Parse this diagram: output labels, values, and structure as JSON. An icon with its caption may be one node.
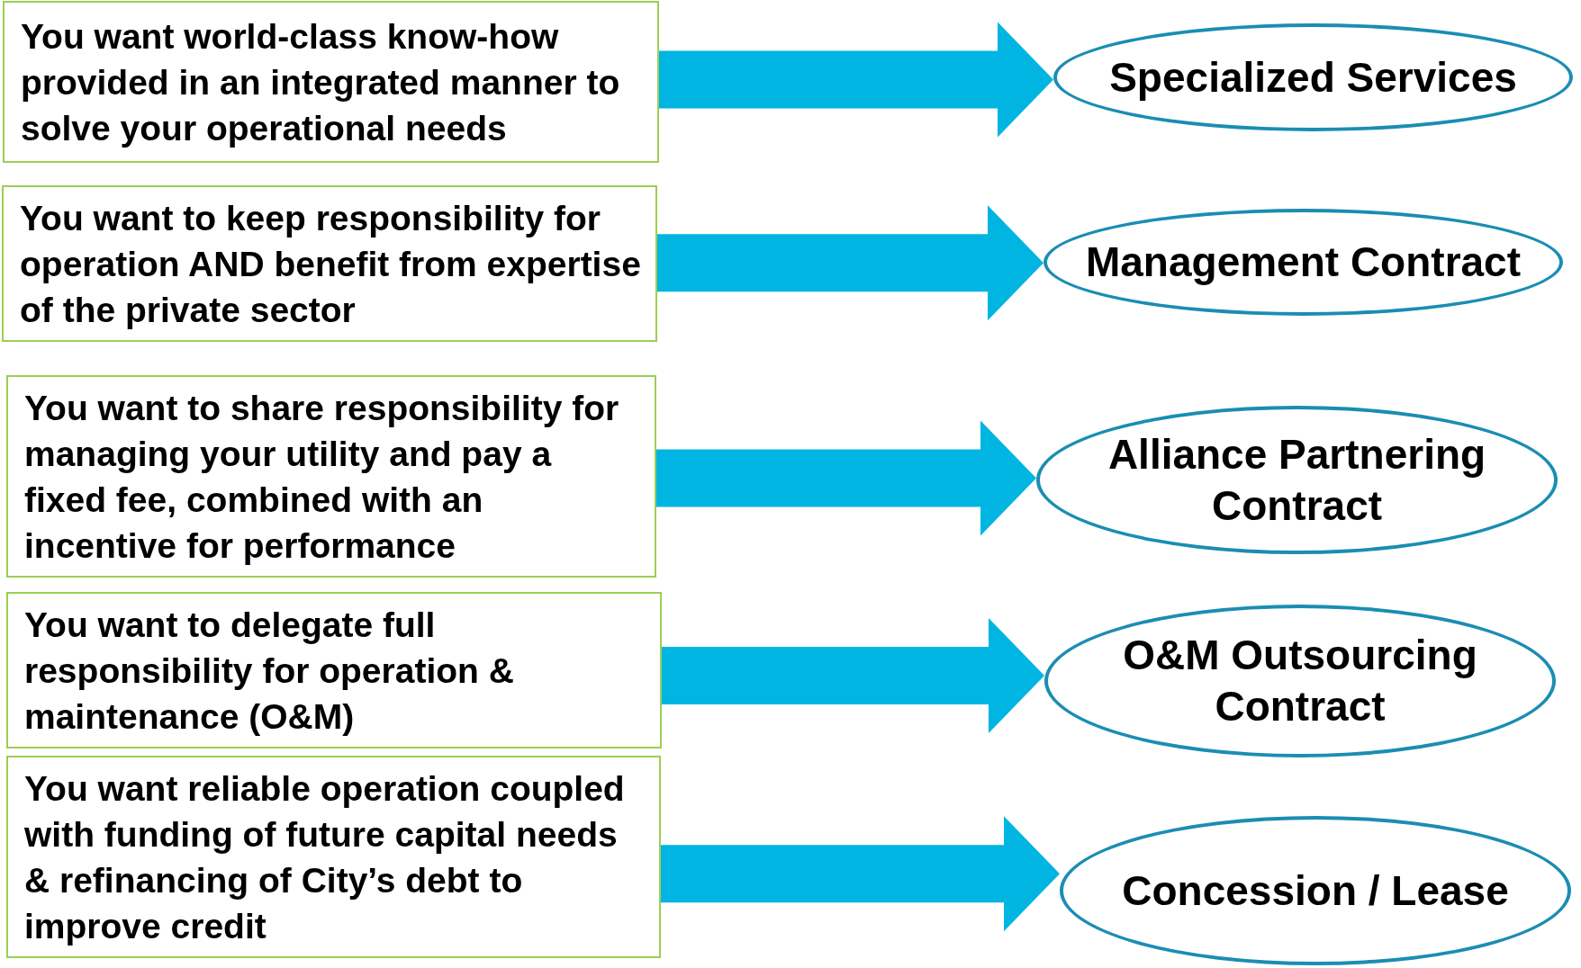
{
  "diagram": {
    "nodes": [
      {
        "text": [
          "You want world-class know-how provided in an integrated manner to solve your operational needs"
        ]
      },
      {
        "text": [
          "You want to keep responsibility for operation AND benefit from expertise of the private sector"
        ]
      },
      {
        "text": [
          "You want to share responsibility for managing your utility and pay a fixed fee, combined with an incentive for performance"
        ]
      },
      {
        "text": [
          "You want to delegate full responsibility for operation & maintenance (O&M)"
        ]
      },
      {
        "text": [
          "You want reliable operation coupled with funding of future capital needs & refinancing of City’s debt to improve credit"
        ]
      },
      {
        "text": [
          "Specialized Services"
        ]
      },
      {
        "text": [
          "Management Contract"
        ]
      },
      {
        "text": [
          "Alliance Partnering Contract"
        ]
      },
      {
        "text": [
          "O&M Outsourcing Contract"
        ]
      },
      {
        "text": [
          "Concession / Lease"
        ]
      }
    ],
    "edges": [
      {
        "from": 0,
        "to": 5,
        "arrow": "to"
      },
      {
        "from": 1,
        "to": 6,
        "arrow": "to"
      },
      {
        "from": 2,
        "to": 7,
        "arrow": "to"
      },
      {
        "from": 3,
        "to": 8,
        "arrow": "to"
      },
      {
        "from": 4,
        "to": 9,
        "arrow": "to"
      }
    ]
  }
}
